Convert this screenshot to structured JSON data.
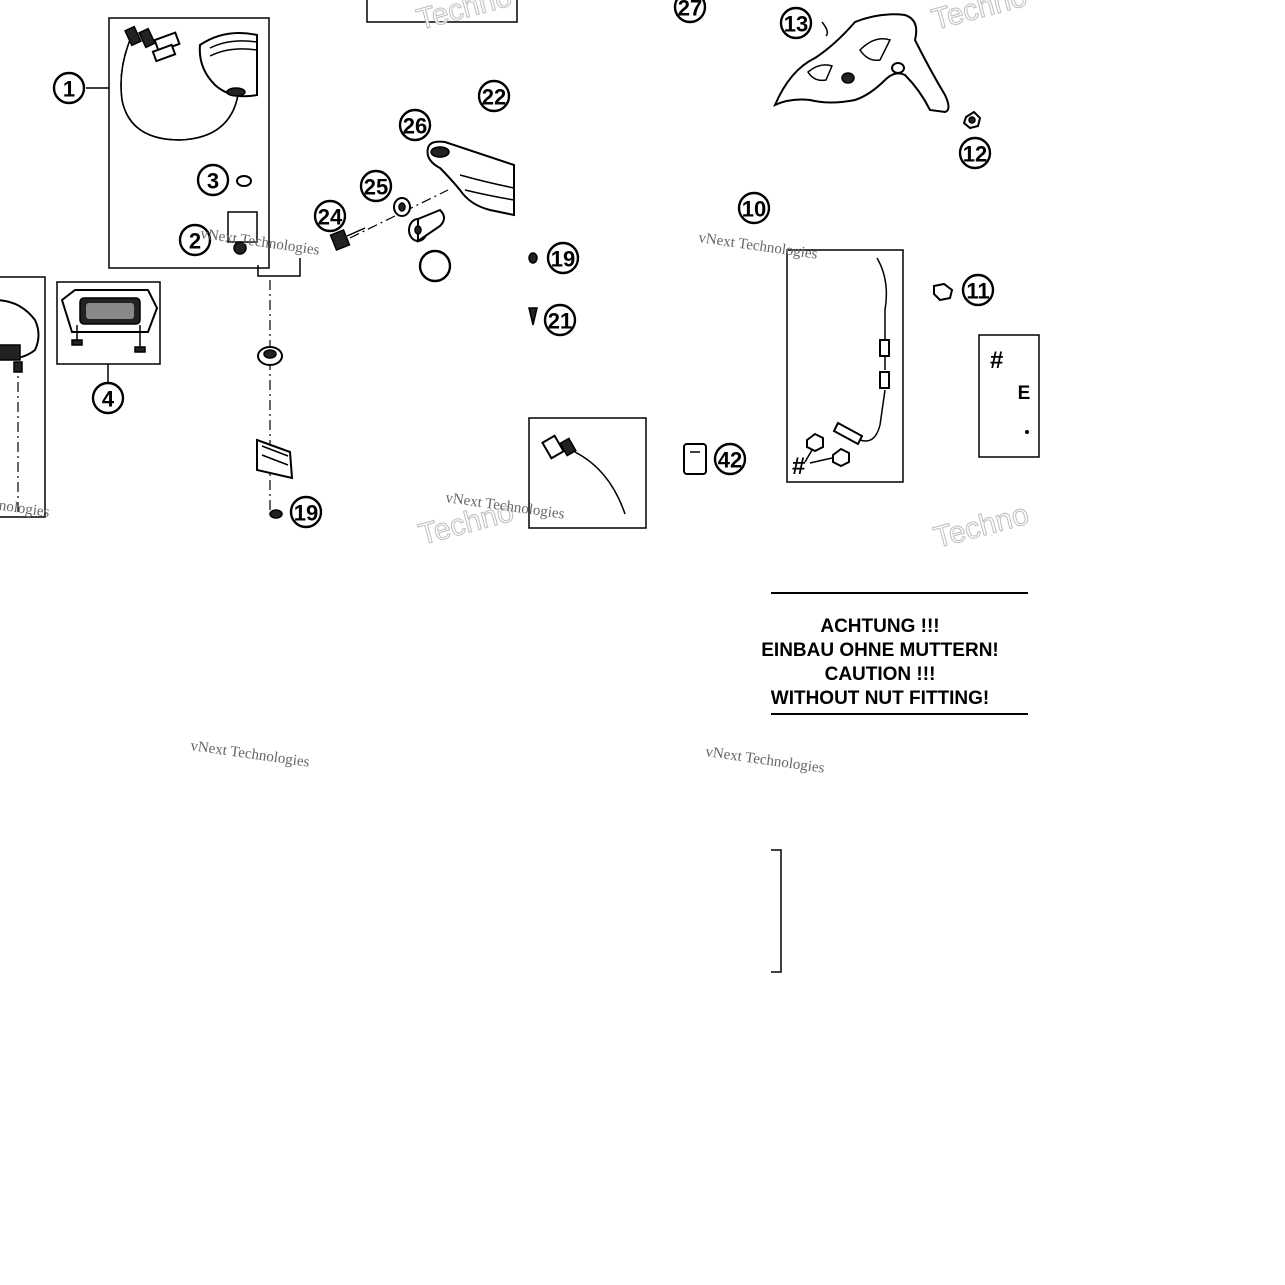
{
  "callouts": {
    "c1": "1",
    "c2": "2",
    "c3": "3",
    "c4": "4",
    "c10": "10",
    "c11": "11",
    "c12": "12",
    "c13": "13",
    "c19a": "19",
    "c19b": "19",
    "c21": "21",
    "c22": "22",
    "c24": "24",
    "c25": "25",
    "c26": "26",
    "c27": "27",
    "c42": "42"
  },
  "caution": {
    "line1": "ACHTUNG !!!",
    "line2": "EINBAU OHNE MUTTERN!",
    "line3": "CAUTION !!!",
    "line4": "WITHOUT NUT FITTING!"
  },
  "hash_marks": {
    "box_hash": "#",
    "cable_hash": "#",
    "box_letter": "E"
  },
  "watermark": {
    "brand_short": "Techno",
    "company": "vNext Technologies"
  },
  "colors": {
    "ink": "#000000",
    "paper": "#ffffff",
    "watermark": "#b8b8b8"
  }
}
